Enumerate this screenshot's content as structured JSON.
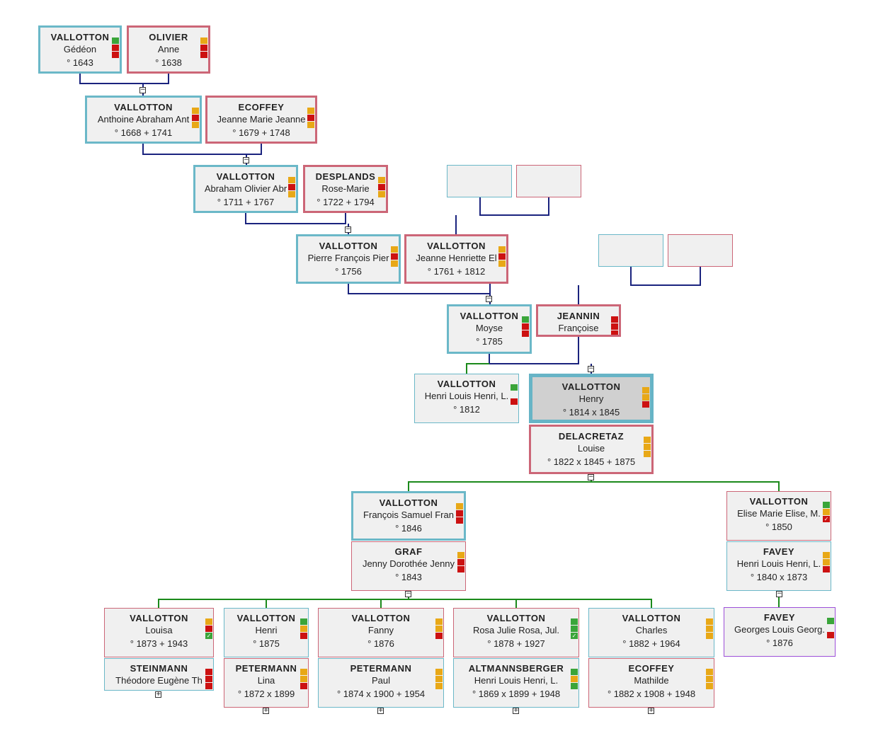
{
  "people": [
    {
      "id": "p1",
      "surname": "VALLOTTON",
      "given": "Gédéon",
      "dates": "° 1643",
      "sex": "male",
      "marks": [
        "#3aa53a",
        "#cc1111",
        "#cc1111"
      ]
    },
    {
      "id": "p2",
      "surname": "OLIVIER",
      "given": "Anne",
      "dates": "° 1638",
      "sex": "female",
      "marks": [
        "#e8a817",
        "#cc1111",
        "#cc1111"
      ]
    },
    {
      "id": "p3",
      "surname": "VALLOTTON",
      "given": "Anthoine Abraham Ant",
      "dates": "° 1668   + 1741",
      "sex": "male",
      "marks": [
        "#e8a817",
        "#cc1111",
        "#e8a817"
      ]
    },
    {
      "id": "p4",
      "surname": "ECOFFEY",
      "given": "Jeanne Marie Jeanne",
      "dates": "° 1679   + 1748",
      "sex": "female",
      "marks": [
        "#e8a817",
        "#cc1111",
        "#e8a817"
      ]
    },
    {
      "id": "p5",
      "surname": "VALLOTTON",
      "given": "Abraham Olivier Abr",
      "dates": "° 1711   + 1767",
      "sex": "male",
      "marks": [
        "#e8a817",
        "#cc1111",
        "#e8a817"
      ]
    },
    {
      "id": "p6",
      "surname": "DESPLANDS",
      "given": "Rose-Marie",
      "dates": "° 1722   + 1794",
      "sex": "female",
      "marks": [
        "#e8a817",
        "#cc1111",
        "#e8a817"
      ]
    },
    {
      "id": "p7",
      "surname": "",
      "given": "",
      "dates": "",
      "sex": "male",
      "marks": []
    },
    {
      "id": "p8",
      "surname": "",
      "given": "",
      "dates": "",
      "sex": "female",
      "marks": []
    },
    {
      "id": "p9",
      "surname": "VALLOTTON",
      "given": "Pierre François Pier",
      "dates": "° 1756",
      "sex": "male",
      "marks": [
        "#e8a817",
        "#cc1111",
        "#e8a817"
      ]
    },
    {
      "id": "p10",
      "surname": "VALLOTTON",
      "given": "Jeanne Henriette El",
      "dates": "° 1761   + 1812",
      "sex": "female",
      "marks": [
        "#e8a817",
        "#cc1111",
        "#e8a817"
      ]
    },
    {
      "id": "p11",
      "surname": "",
      "given": "",
      "dates": "",
      "sex": "male",
      "marks": []
    },
    {
      "id": "p12",
      "surname": "",
      "given": "",
      "dates": "",
      "sex": "female",
      "marks": []
    },
    {
      "id": "p13",
      "surname": "VALLOTTON",
      "given": "Moyse",
      "dates": "° 1785",
      "sex": "male",
      "marks": [
        "#3aa53a",
        "#cc1111",
        "#cc1111"
      ]
    },
    {
      "id": "p14",
      "surname": "JEANNIN",
      "given": "Françoise",
      "dates": "",
      "sex": "female",
      "marks": [
        "#cc1111",
        "#cc1111",
        "#cc1111"
      ]
    },
    {
      "id": "p15",
      "surname": "VALLOTTON",
      "given": "Henri Louis Henri, L.",
      "dates": "° 1812",
      "sex": "male",
      "marks": [
        "#3aa53a",
        "#f0f0f0",
        "#cc1111"
      ]
    },
    {
      "id": "p16",
      "surname": "VALLOTTON",
      "given": "Henry",
      "dates": "° 1814   x 1845",
      "sex": "male",
      "marks": [
        "#e8a817",
        "#e8a817",
        "#cc1111"
      ]
    },
    {
      "id": "p17",
      "surname": "DELACRETAZ",
      "given": "Louise",
      "dates": "° 1822   x 1845   + 1875",
      "sex": "female",
      "marks": [
        "#e8a817",
        "#e8a817",
        "#e8a817"
      ]
    },
    {
      "id": "p18",
      "surname": "VALLOTTON",
      "given": "François Samuel Fran",
      "dates": "° 1846",
      "sex": "male",
      "marks": [
        "#e8a817",
        "#cc1111",
        "#cc1111"
      ]
    },
    {
      "id": "p19",
      "surname": "GRAF",
      "given": "Jenny Dorothée Jenny",
      "dates": "° 1843",
      "sex": "female",
      "marks": [
        "#e8a817",
        "#cc1111",
        "#cc1111"
      ]
    },
    {
      "id": "p20",
      "surname": "VALLOTTON",
      "given": "Elise Marie Elise, M.",
      "dates": "° 1850",
      "sex": "female",
      "marks": [
        "#3aa53a",
        "#e8a817",
        "#cc1111"
      ],
      "check": true
    },
    {
      "id": "p21",
      "surname": "FAVEY",
      "given": "Henri Louis Henri, L.",
      "dates": "° 1840   x 1873",
      "sex": "male",
      "marks": [
        "#e8a817",
        "#e8a817",
        "#cc1111"
      ]
    },
    {
      "id": "p22",
      "surname": "FAVEY",
      "given": "Georges Louis Georg.",
      "dates": "° 1876",
      "sex": "other",
      "marks": [
        "#3aa53a",
        "#f0f0f0",
        "#cc1111"
      ]
    },
    {
      "id": "p23",
      "surname": "VALLOTTON",
      "given": "Louisa",
      "dates": "° 1873   + 1943",
      "sex": "female",
      "marks": [
        "#e8a817",
        "#cc1111",
        "#3aa53a"
      ],
      "check": true
    },
    {
      "id": "p24",
      "surname": "STEINMANN",
      "given": "Théodore Eugène Th",
      "dates": "",
      "sex": "male",
      "marks": [
        "#cc1111",
        "#cc1111",
        "#cc1111"
      ]
    },
    {
      "id": "p25",
      "surname": "VALLOTTON",
      "given": "Henri",
      "dates": "° 1875",
      "sex": "male",
      "marks": [
        "#3aa53a",
        "#e8a817",
        "#cc1111"
      ]
    },
    {
      "id": "p26",
      "surname": "PETERMANN",
      "given": "Lina",
      "dates": "° 1872   x 1899",
      "sex": "female",
      "marks": [
        "#e8a817",
        "#e8a817",
        "#cc1111"
      ]
    },
    {
      "id": "p27",
      "surname": "VALLOTTON",
      "given": "Fanny",
      "dates": "° 1876",
      "sex": "female",
      "marks": [
        "#e8a817",
        "#e8a817",
        "#cc1111"
      ]
    },
    {
      "id": "p28",
      "surname": "PETERMANN",
      "given": "Paul",
      "dates": "° 1874   x 1900   + 1954",
      "sex": "male",
      "marks": [
        "#e8a817",
        "#e8a817",
        "#e8a817"
      ]
    },
    {
      "id": "p29",
      "surname": "VALLOTTON",
      "given": "Rosa Julie Rosa, Jul.",
      "dates": "° 1878   + 1927",
      "sex": "female",
      "marks": [
        "#3aa53a",
        "#3aa53a",
        "#3aa53a"
      ],
      "check": true
    },
    {
      "id": "p30",
      "surname": "ALTMANNSBERGER",
      "given": "Henri Louis Henri, L.",
      "dates": "° 1869   x 1899   + 1948",
      "sex": "male",
      "marks": [
        "#3aa53a",
        "#e8a817",
        "#3aa53a"
      ]
    },
    {
      "id": "p31",
      "surname": "VALLOTTON",
      "given": "Charles",
      "dates": "° 1882   + 1964",
      "sex": "male",
      "marks": [
        "#e8a817",
        "#e8a817",
        "#e8a817"
      ]
    },
    {
      "id": "p32",
      "surname": "ECOFFEY",
      "given": "Mathilde",
      "dates": "° 1882   x 1908   + 1948",
      "sex": "female",
      "marks": [
        "#e8a817",
        "#e8a817",
        "#e8a817"
      ]
    }
  ],
  "toggles": {
    "collapse": "−",
    "expand": "+"
  },
  "colors": {
    "ancestor_line": "#1a237e",
    "descendant_line": "#1b8a1b",
    "male": "#6bb8c8",
    "female": "#cc6677",
    "other": "#9d4fd9"
  }
}
